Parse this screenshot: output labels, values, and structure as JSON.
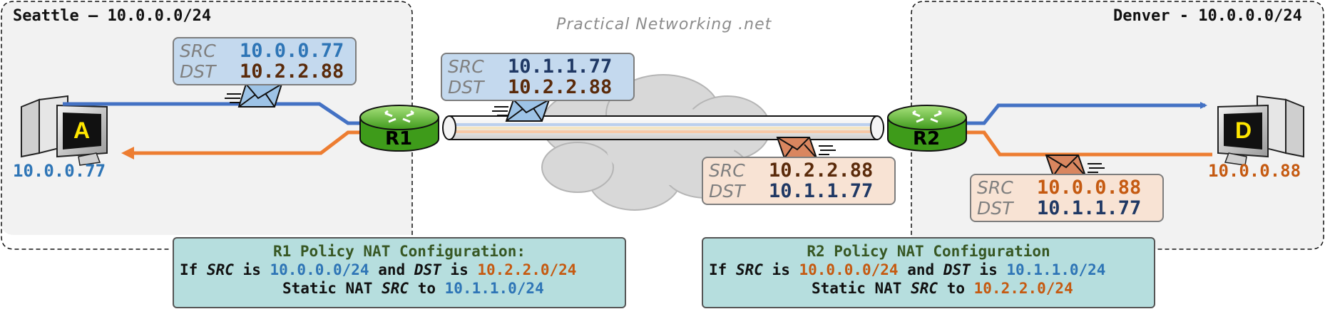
{
  "brand": "Practical Networking .net",
  "sites": {
    "left": {
      "label": "Seattle – 10.0.0.0/24",
      "host_letter": "A",
      "host_ip": "10.0.0.77"
    },
    "right": {
      "label": "Denver - 10.0.0.0/24",
      "host_letter": "D",
      "host_ip": "10.0.0.88"
    }
  },
  "routers": {
    "r1": "R1",
    "r2": "R2"
  },
  "packets": {
    "seattle_lan": {
      "src_key": "SRC",
      "src": "10.0.0.77",
      "dst_key": "DST",
      "dst": "10.2.2.88"
    },
    "tunnel_out": {
      "src_key": "SRC",
      "src": "10.1.1.77",
      "dst_key": "DST",
      "dst": "10.2.2.88"
    },
    "tunnel_back": {
      "src_key": "SRC",
      "src": "10.2.2.88",
      "dst_key": "DST",
      "dst": "10.1.1.77"
    },
    "denver_lan": {
      "src_key": "SRC",
      "src": "10.0.0.88",
      "dst_key": "DST",
      "dst": "10.1.1.77"
    }
  },
  "configs": {
    "r1": {
      "title": "R1 Policy NAT Configuration:",
      "if_word": "If",
      "src_word": "SRC",
      "is1": "is",
      "src_net": "10.0.0.0/24",
      "and_word": "and",
      "dst_word": "DST",
      "is2": "is",
      "dst_net": "10.2.2.0/24",
      "action": "Static NAT",
      "action_src": "SRC",
      "to_word": "to",
      "nat_net": "10.1.1.0/24"
    },
    "r2": {
      "title": "R2 Policy NAT Configuration",
      "if_word": "If",
      "src_word": "SRC",
      "is1": "is",
      "src_net": "10.0.0.0/24",
      "and_word": "and",
      "dst_word": "DST",
      "is2": "is",
      "dst_net": "10.1.1.0/24",
      "action": "Static NAT",
      "action_src": "SRC",
      "to_word": "to",
      "nat_net": "10.2.2.0/24"
    }
  },
  "colors": {
    "blue_path": "#4472c4",
    "orange_path": "#ed7d31",
    "router_green": "#5cb82e",
    "envelope_blue": "#9dc3e6",
    "envelope_orange": "#d9865f"
  }
}
